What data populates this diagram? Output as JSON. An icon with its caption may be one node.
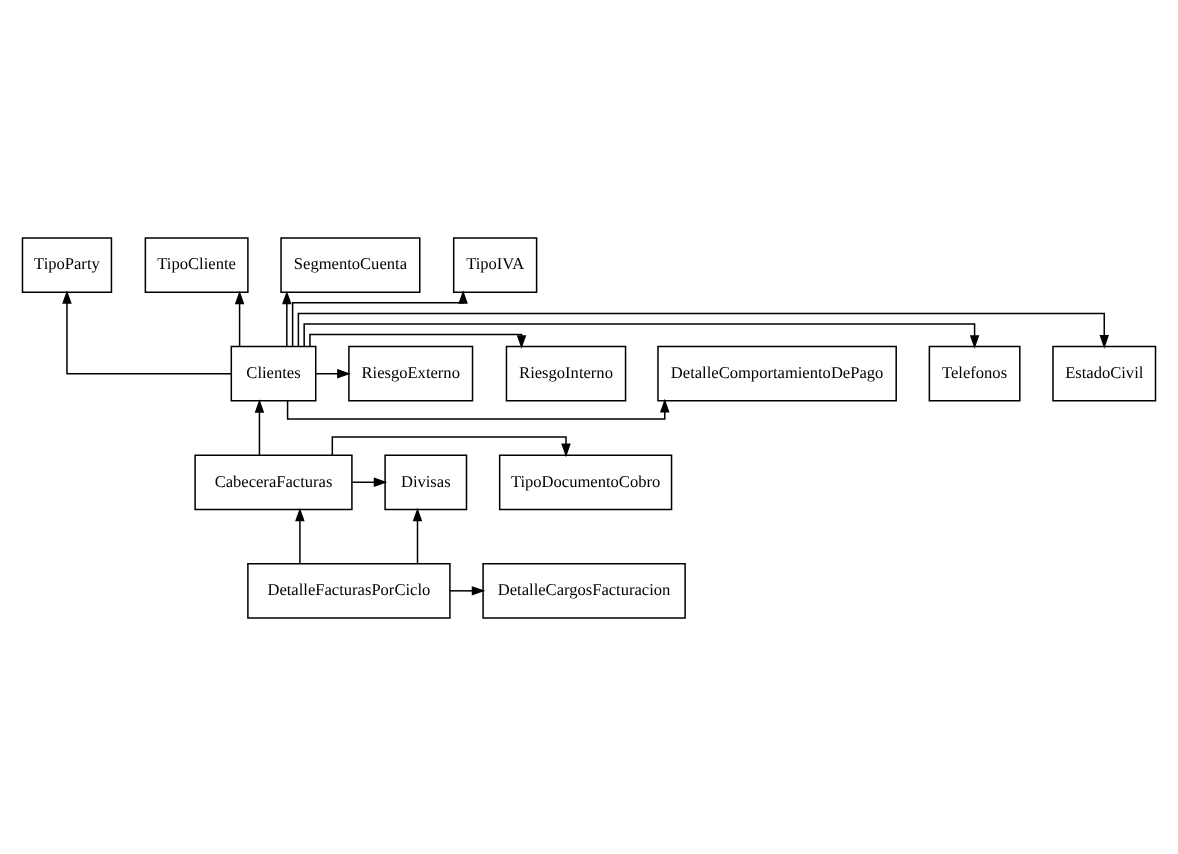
{
  "diagram": {
    "nodes": [
      {
        "text": [
          "TipoParty"
        ]
      },
      {
        "text": [
          "TipoCliente"
        ]
      },
      {
        "text": [
          "SegmentoCuenta"
        ]
      },
      {
        "text": [
          "TipoIVA"
        ]
      },
      {
        "text": [
          "EstadoCivil"
        ]
      },
      {
        "text": [
          "Telefonos"
        ]
      },
      {
        "text": [
          "Clientes"
        ]
      },
      {
        "text": [
          "DetalleComportamientoDePago"
        ]
      },
      {
        "text": [
          "RiesgoInterno"
        ]
      },
      {
        "text": [
          "RiesgoExterno"
        ]
      },
      {
        "text": [
          "TipoDocumentoCobro"
        ]
      },
      {
        "text": [
          "CabeceraFacturas"
        ]
      },
      {
        "text": [
          "Divisas"
        ]
      },
      {
        "text": [
          "DetalleFacturasPorCiclo"
        ]
      },
      {
        "text": [
          "DetalleCargosFacturacion"
        ]
      }
    ],
    "edges": [
      {
        "from": 6,
        "to": 0,
        "arrow": "to"
      },
      {
        "from": 6,
        "to": 1,
        "arrow": "to"
      },
      {
        "from": 6,
        "to": 2,
        "arrow": "to"
      },
      {
        "from": 6,
        "to": 3,
        "arrow": "to"
      },
      {
        "from": 6,
        "to": 4,
        "arrow": "to"
      },
      {
        "from": 6,
        "to": 5,
        "arrow": "to"
      },
      {
        "from": 6,
        "to": 7,
        "arrow": "to"
      },
      {
        "from": 6,
        "to": 8,
        "arrow": "to"
      },
      {
        "from": 6,
        "to": 9,
        "arrow": "to"
      },
      {
        "from": 11,
        "to": 6,
        "arrow": "to"
      },
      {
        "from": 11,
        "to": 10,
        "arrow": "to"
      },
      {
        "from": 11,
        "to": 12,
        "arrow": "to"
      },
      {
        "from": 13,
        "to": 11,
        "arrow": "to"
      },
      {
        "from": 13,
        "to": 12,
        "arrow": "to"
      },
      {
        "from": 13,
        "to": 14,
        "arrow": "to"
      }
    ]
  }
}
